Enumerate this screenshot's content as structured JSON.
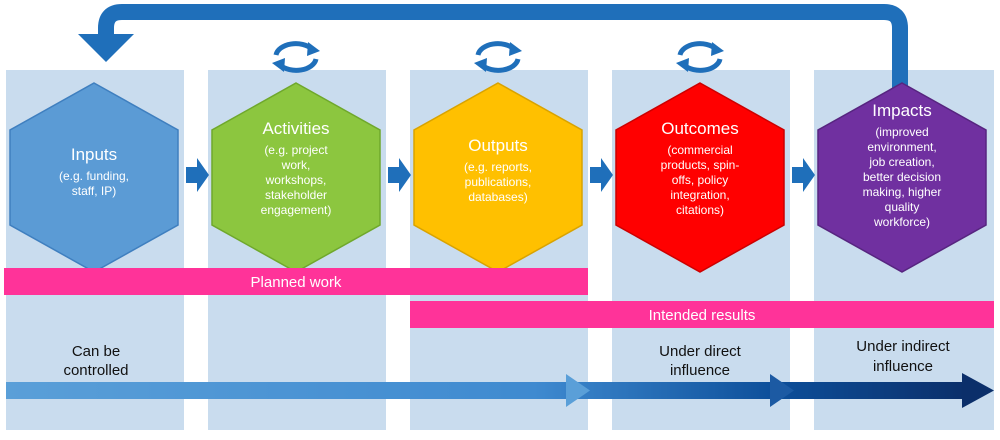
{
  "stages": [
    {
      "title": "Inputs",
      "detail": [
        "(e.g. funding,",
        "staff, IP)"
      ],
      "color": "#5b9bd5"
    },
    {
      "title": "Activities",
      "detail": [
        "(e.g. project",
        "work,",
        "workshops,",
        "stakeholder",
        "engagement)"
      ],
      "color": "#8cc63f"
    },
    {
      "title": "Outputs",
      "detail": [
        "(e.g. reports,",
        "publications,",
        "databases)"
      ],
      "color": "#ffc000"
    },
    {
      "title": "Outcomes",
      "detail": [
        "(commercial",
        "products, spin-",
        "offs, policy",
        "integration,",
        "citations)"
      ],
      "color": "#ff0000"
    },
    {
      "title": "Impacts",
      "detail": [
        "(improved",
        "environment,",
        "job creation,",
        "better decision",
        "making, higher",
        "quality",
        "workforce)"
      ],
      "color": "#7030a0"
    }
  ],
  "bands": {
    "planned": "Planned work",
    "intended": "Intended results",
    "band_color": "#ff3399"
  },
  "influence": {
    "controlled": [
      "Can be",
      "controlled"
    ],
    "direct": [
      "Under direct",
      "influence"
    ],
    "indirect": [
      "Under indirect",
      "influence"
    ]
  },
  "colors": {
    "column": "#c9dcee",
    "arrow": "#1f6fba",
    "feedback": "#1f6fba"
  }
}
